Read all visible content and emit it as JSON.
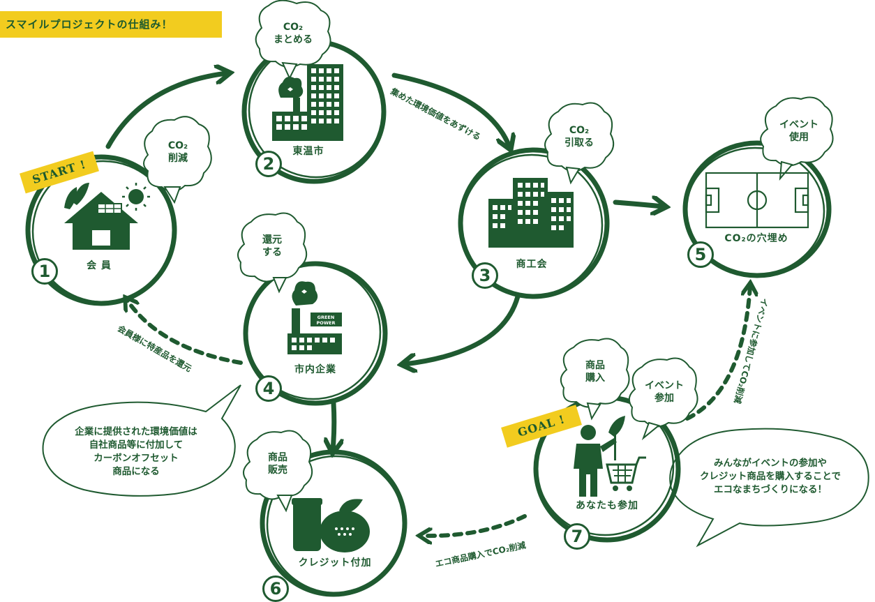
{
  "title": "スマイルプロジェクトの仕組み！",
  "start_label": "START !",
  "goal_label": "GOAL !",
  "colors": {
    "green": "#1f5a30",
    "yellow": "#f2cc1f",
    "white": "#ffffff"
  },
  "nodes": [
    {
      "number": "1",
      "label": "会 員",
      "icon": "house-solar-icon",
      "bubble": [
        "CO₂",
        "削減"
      ]
    },
    {
      "number": "2",
      "label": "東温市",
      "icon": "city-buildings-icon",
      "bubble": [
        "CO₂",
        "まとめる"
      ]
    },
    {
      "number": "3",
      "label": "商工会",
      "icon": "office-buildings-icon",
      "bubble": [
        "CO₂",
        "引取る"
      ]
    },
    {
      "number": "4",
      "label": "市内企業",
      "icon": "green-power-factory-icon",
      "bubble": [
        "還元",
        "する"
      ]
    },
    {
      "number": "5",
      "label": "CO₂の穴埋め",
      "icon": "soccer-field-icon",
      "bubble": [
        "イベント",
        "使用"
      ]
    },
    {
      "number": "6",
      "label": "クレジット付加",
      "icon": "products-icon",
      "bubble": [
        "商品",
        "販売"
      ]
    },
    {
      "number": "7",
      "label": "あなたも参加",
      "icon": "person-cart-icon",
      "bubble": [
        "商品",
        "購入"
      ],
      "bubble2": [
        "イベント",
        "参加"
      ]
    }
  ],
  "arrows": {
    "a2_3": "集めた環境価値をあずける",
    "a4_1": "会員様に特産品を還元",
    "a7_6": "エコ商品購入でCO₂削減",
    "a7_5": "イベントに参加してCO₂削減"
  },
  "callouts": {
    "left": [
      "企業に提供された環境価値は",
      "自社商品等に付加して",
      "カーボンオフセット",
      "商品になる"
    ],
    "right": [
      "みんながイベントの参加や",
      "クレジット商品を購入することで",
      "エコなまちづくりになる！"
    ]
  }
}
